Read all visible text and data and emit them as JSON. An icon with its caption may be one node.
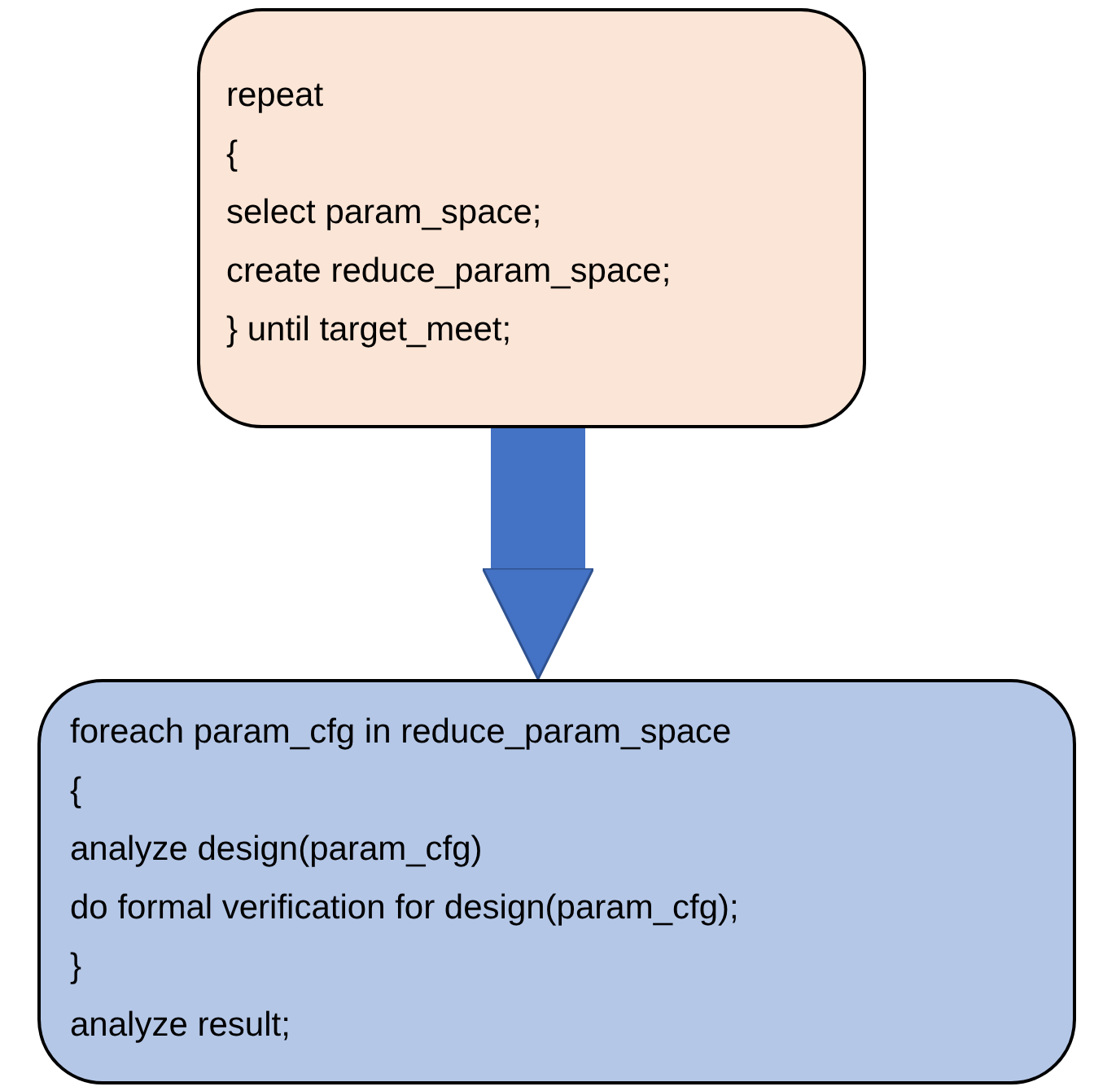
{
  "diagram": {
    "nodes": [
      {
        "text": [
          "repeat",
          "{",
          "select param_space;",
          "create reduce_param_space;",
          "} until target_meet;"
        ]
      },
      {
        "text": [
          "foreach param_cfg in reduce_param_space",
          "{",
          "analyze design(param_cfg)",
          "do formal verification for design(param_cfg);",
          "}",
          "analyze result;"
        ]
      }
    ],
    "edges": [
      {
        "from": 0,
        "to": 1,
        "arrow": "to"
      }
    ]
  }
}
